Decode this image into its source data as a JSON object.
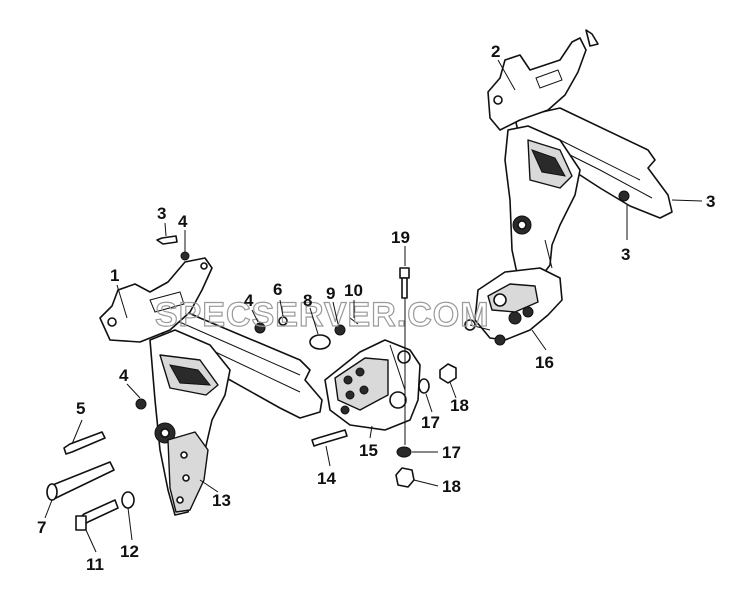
{
  "watermark": "SPECSERVER.COM",
  "callouts": [
    {
      "id": "c1",
      "text": "1"
    },
    {
      "id": "c2",
      "text": "2"
    },
    {
      "id": "c3a",
      "text": "3"
    },
    {
      "id": "c3b",
      "text": "3"
    },
    {
      "id": "c3c",
      "text": "3"
    },
    {
      "id": "c4a",
      "text": "4"
    },
    {
      "id": "c4b",
      "text": "4"
    },
    {
      "id": "c4c",
      "text": "4"
    },
    {
      "id": "c5",
      "text": "5"
    },
    {
      "id": "c6",
      "text": "6"
    },
    {
      "id": "c7",
      "text": "7"
    },
    {
      "id": "c8",
      "text": "8"
    },
    {
      "id": "c9",
      "text": "9"
    },
    {
      "id": "c10",
      "text": "10"
    },
    {
      "id": "c11",
      "text": "11"
    },
    {
      "id": "c12",
      "text": "12"
    },
    {
      "id": "c13",
      "text": "13"
    },
    {
      "id": "c14",
      "text": "14"
    },
    {
      "id": "c15",
      "text": "15"
    },
    {
      "id": "c16",
      "text": "16"
    },
    {
      "id": "c17a",
      "text": "17"
    },
    {
      "id": "c17b",
      "text": "17"
    },
    {
      "id": "c18a",
      "text": "18"
    },
    {
      "id": "c18b",
      "text": "18"
    },
    {
      "id": "c19",
      "text": "19"
    }
  ]
}
